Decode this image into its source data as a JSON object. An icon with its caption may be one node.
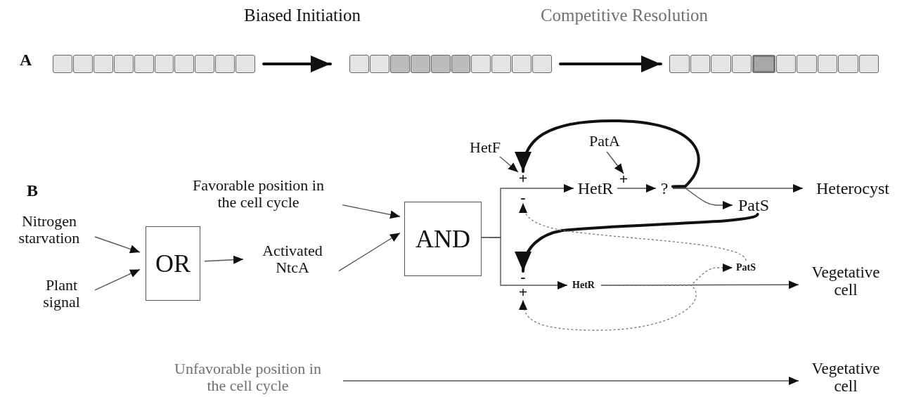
{
  "diagram": {
    "nodes": [
      {
        "text": [],
        "shape": "bar"
      },
      {
        "text": [],
        "shape": "bar"
      },
      {
        "text": [],
        "shape": "bar"
      },
      {
        "text": [
          "Nitrogen starvation"
        ]
      },
      {
        "text": [
          "Plant signal"
        ]
      },
      {
        "text": [
          "OR"
        ]
      },
      {
        "text": [
          "Activated NtcA"
        ]
      },
      {
        "text": [
          "Favorable position in the cell cycle"
        ]
      },
      {
        "text": [
          "AND"
        ]
      },
      {
        "text": [
          "HetF"
        ]
      },
      {
        "text": [
          "+"
        ]
      },
      {
        "text": [
          "-"
        ]
      },
      {
        "text": [
          "HetR"
        ]
      },
      {
        "text": [
          "PatA"
        ]
      },
      {
        "text": [
          "+"
        ]
      },
      {
        "text": [
          "?"
        ]
      },
      {
        "text": [
          "PatS"
        ]
      },
      {
        "text": [
          "Heterocyst"
        ]
      },
      {
        "text": [
          "-"
        ]
      },
      {
        "text": [
          "+"
        ]
      },
      {
        "text": [
          "HetR"
        ]
      },
      {
        "text": [
          "PatS"
        ]
      },
      {
        "text": [
          "Vegetative cell"
        ]
      },
      {
        "text": [
          "Unfavorable position in the cell cycle"
        ]
      },
      {
        "text": [
          "Vegetative cell"
        ]
      }
    ],
    "edges": [
      {
        "from": 0,
        "to": 1,
        "arrow": "to",
        "style": "thick",
        "label": "Biased Initiation"
      },
      {
        "from": 1,
        "to": 2,
        "arrow": "to",
        "style": "thick",
        "label": "Competitive Resolution"
      },
      {
        "from": 3,
        "to": 5,
        "arrow": "to"
      },
      {
        "from": 4,
        "to": 5,
        "arrow": "to"
      },
      {
        "from": 5,
        "to": 6,
        "arrow": "to"
      },
      {
        "from": 7,
        "to": 8,
        "arrow": "to"
      },
      {
        "from": 6,
        "to": 8,
        "arrow": "to"
      },
      {
        "from": 8,
        "to": 12,
        "arrow": "to"
      },
      {
        "from": 8,
        "to": 20,
        "arrow": "to"
      },
      {
        "from": 9,
        "to": 10,
        "arrow": "to"
      },
      {
        "from": 12,
        "to": 15,
        "arrow": "to"
      },
      {
        "from": 13,
        "to": 14,
        "arrow": "to"
      },
      {
        "from": 15,
        "to": 17,
        "arrow": "to"
      },
      {
        "from": 15,
        "to": 16,
        "arrow": "to"
      },
      {
        "from": 15,
        "to": 10,
        "arrow": "to",
        "style": "thick"
      },
      {
        "from": 16,
        "to": 18,
        "arrow": "to",
        "style": "thick"
      },
      {
        "from": 20,
        "to": 22,
        "arrow": "to"
      },
      {
        "from": 20,
        "to": 21,
        "arrow": "to",
        "style": "dashed"
      },
      {
        "from": 21,
        "to": 11,
        "arrow": "to",
        "style": "dashed"
      },
      {
        "from": 20,
        "to": 19,
        "arrow": "to",
        "style": "dashed"
      },
      {
        "from": 23,
        "to": 24,
        "arrow": "to"
      }
    ],
    "labels": [
      "A",
      "B"
    ]
  }
}
